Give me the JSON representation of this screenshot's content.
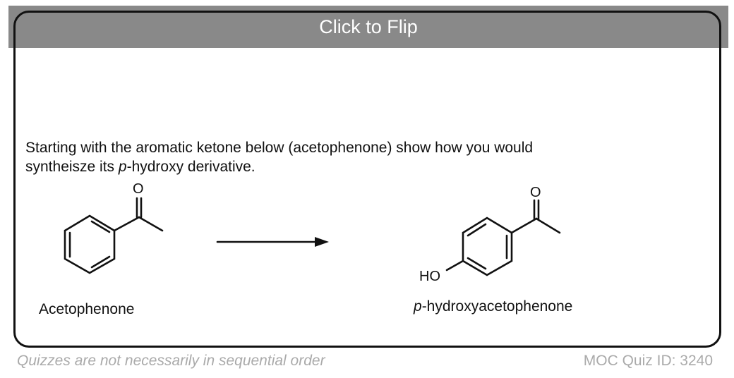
{
  "header": {
    "flip_label": "Click to Flip"
  },
  "question": {
    "line1": "Starting with the aromatic ketone below (acetophenone)  show how you would",
    "line2_prefix": "syntheisze its ",
    "line2_italic": "p",
    "line2_suffix": "-hydroxy derivative."
  },
  "scheme": {
    "reactant_label": "Acetophenone",
    "product_label_italic": "p",
    "product_label_rest": "-hydroxyacetophenone",
    "atom_O": "O",
    "atom_HO": "HO"
  },
  "footer": {
    "note": "Quizzes are not necessarily in sequential order",
    "quiz_id": "MOC Quiz ID: 3240"
  }
}
